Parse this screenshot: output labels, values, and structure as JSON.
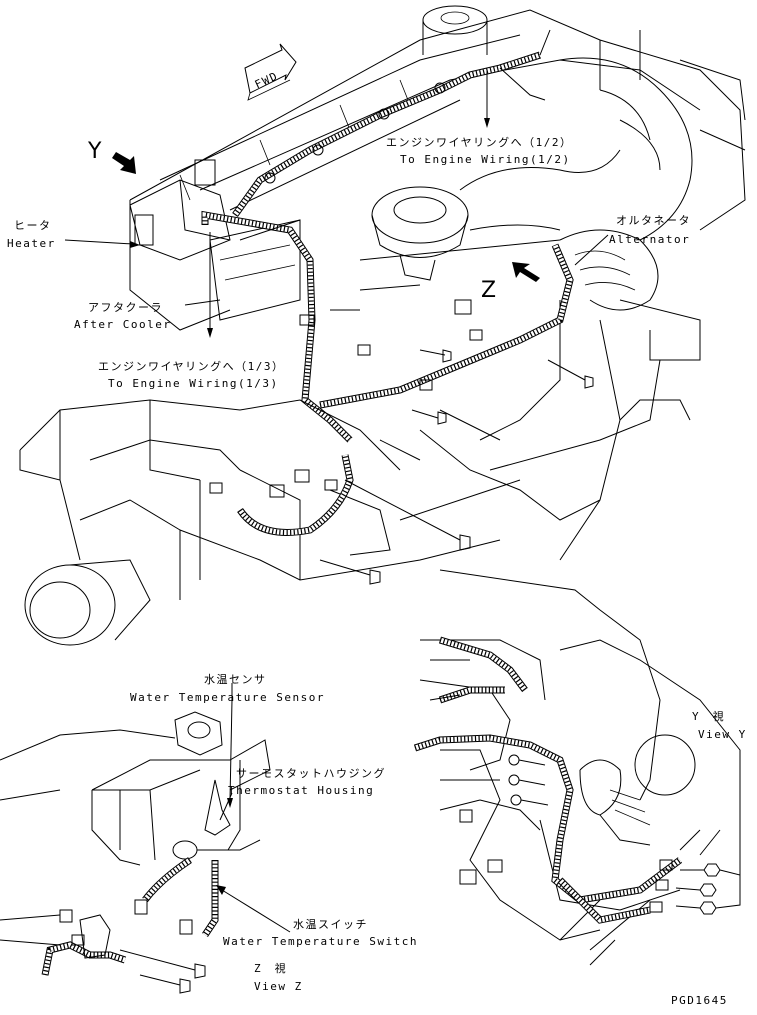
{
  "figure": {
    "fwd_label": "FWD",
    "view_y_arrow": "Y",
    "view_z_arrow": "Z",
    "drawing_code": "PGD1645"
  },
  "labels": {
    "engine_wiring_half_jp": "エンジンワイヤリングへ（1/2）",
    "engine_wiring_half_en": "To Engine Wiring(1/2)",
    "alternator_jp": "オルタネータ",
    "alternator_en": "Alternator",
    "heater_jp": "ヒータ",
    "heater_en": "Heater",
    "after_cooler_jp": "アフタクーラ",
    "after_cooler_en": "After Cooler",
    "engine_wiring_third_jp": "エンジンワイヤリングへ（1/3）",
    "engine_wiring_third_en": "To Engine Wiring(1/3)",
    "water_temp_sensor_jp": "水温センサ",
    "water_temp_sensor_en": "Water Temperature Sensor",
    "thermostat_housing_jp": "サーモスタットハウジング",
    "thermostat_housing_en": "Thermostat Housing",
    "water_temp_switch_jp": "水温スイッチ",
    "water_temp_switch_en": "Water Temperature Switch",
    "view_z_jp": "Z　視",
    "view_z_en": "View Z",
    "view_y_jp": "Y　視",
    "view_y_en": "View Y"
  }
}
